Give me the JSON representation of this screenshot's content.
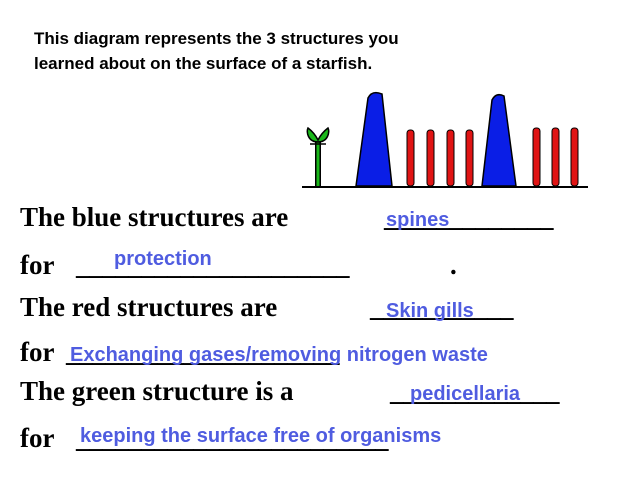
{
  "intro": {
    "line1": "This diagram represents the 3 structures you",
    "line2": "learned about on the surface of a starfish."
  },
  "colors": {
    "blue_structure": "#0a1ee6",
    "red_structure": "#e01414",
    "green_structure": "#1ab81a",
    "answer_text": "#4f5ce0"
  },
  "lines": [
    {
      "lead": "The blue structures are",
      "blank": "_____________",
      "answer": "spines"
    },
    {
      "lead": "for",
      "blank": "_____________________",
      "trail": ".",
      "answer": "protection"
    },
    {
      "lead": "The red structures are",
      "blank": "___________",
      "answer": "Skin gills"
    },
    {
      "lead": "for",
      "blank": "_____________________",
      "answer": "Exchanging gases/removing nitrogen waste"
    },
    {
      "lead": "The green structure is a",
      "blank": "_____________",
      "answer": "pedicellaria"
    },
    {
      "lead": "for",
      "blank": "________________________",
      "answer": "keeping the surface free of organisms"
    }
  ]
}
